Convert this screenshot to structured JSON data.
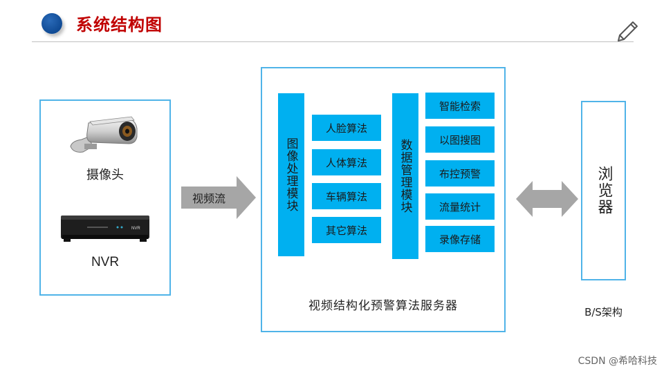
{
  "header": {
    "title": "系统结构图"
  },
  "devices": {
    "camera_label": "摄像头",
    "nvr_label": "NVR",
    "nvr_badge": "NVR"
  },
  "stream": {
    "label": "视频流"
  },
  "server": {
    "image_module": "图像处理模块",
    "algorithms": [
      "人脸算法",
      "人体算法",
      "车辆算法",
      "其它算法"
    ],
    "data_module": "数据管理模块",
    "functions": [
      "智能检索",
      "以图搜图",
      "布控预警",
      "流量统计",
      "录像存储"
    ],
    "caption": "视频结构化预警算法服务器"
  },
  "browser": {
    "label": "浏览器"
  },
  "architecture": {
    "label": "B/S架构"
  },
  "footer": {
    "watermark": "CSDN @希哈科技"
  },
  "colors": {
    "accent": "#00b0f0",
    "border": "#4fb3e8",
    "title": "#c00000",
    "arrow": "#a6a6a6"
  }
}
